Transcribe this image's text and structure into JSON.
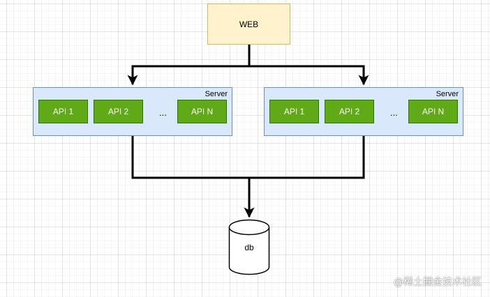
{
  "web": {
    "label": "WEB"
  },
  "servers": [
    {
      "label": "Server",
      "apis": [
        "API 1",
        "API 2",
        "API N"
      ],
      "ellipsis": "..."
    },
    {
      "label": "Server",
      "apis": [
        "API 1",
        "API 2",
        "API N"
      ],
      "ellipsis": "..."
    }
  ],
  "db": {
    "label": "db"
  },
  "watermark": "@稀土掘金技术社区",
  "colors": {
    "web_fill": "#fff2cc",
    "web_stroke": "#d6b656",
    "server_fill": "#dae8fc",
    "server_stroke": "#6c8ebf",
    "api_fill": "#60a917",
    "api_stroke": "#2d7600",
    "connector": "#000000"
  }
}
